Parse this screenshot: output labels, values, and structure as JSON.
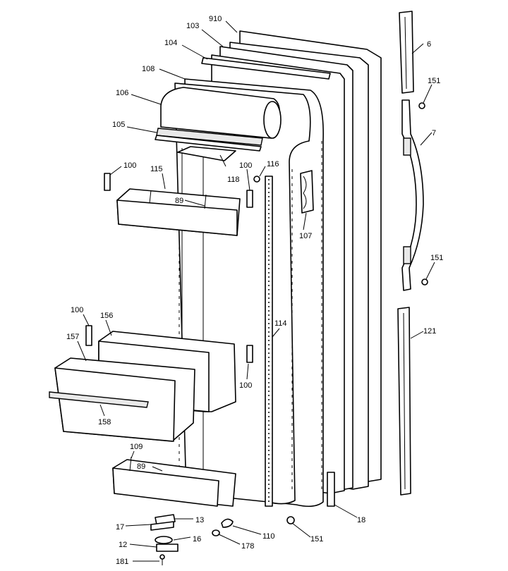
{
  "callouts": {
    "c910": "910",
    "c103": "103",
    "c104": "104",
    "c108": "108",
    "c106": "106",
    "c105": "105",
    "c100a": "100",
    "c115": "115",
    "c118": "118",
    "c100b": "100",
    "c116": "116",
    "c89a": "89",
    "c107": "107",
    "c6": "6",
    "c151a": "151",
    "c7": "7",
    "c151b": "151",
    "c100c": "100",
    "c156": "156",
    "c157": "157",
    "c114": "114",
    "c121": "121",
    "c100d": "100",
    "c158": "158",
    "c109": "109",
    "c89b": "89",
    "c17": "17",
    "c13": "13",
    "c110": "110",
    "c151c": "151",
    "c18": "18",
    "c16": "16",
    "c12": "12",
    "c178": "178",
    "c181": "181"
  }
}
